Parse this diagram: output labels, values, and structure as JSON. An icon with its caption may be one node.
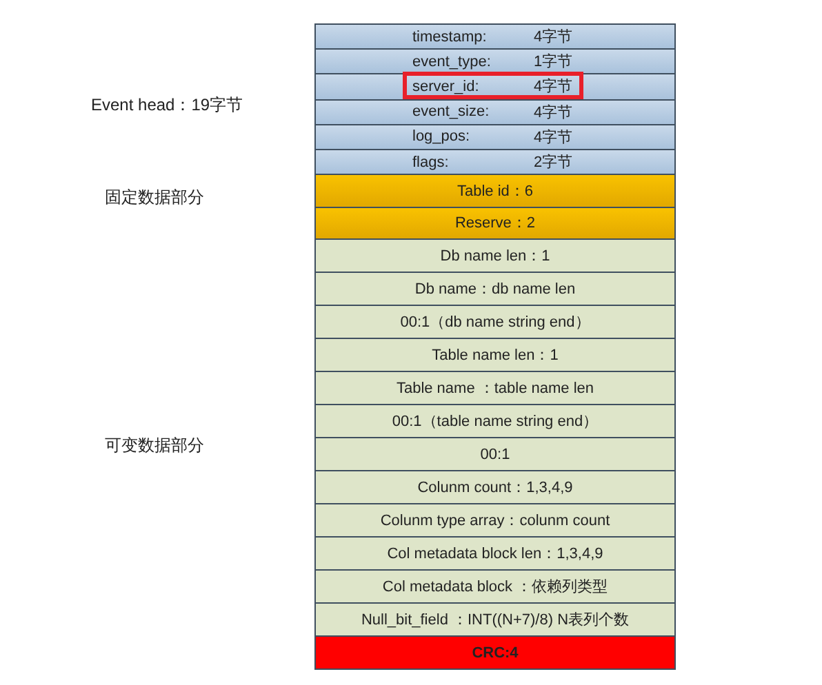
{
  "diagram": {
    "nodes": [
      {
        "text": [
          "timestamp:",
          "4字节"
        ]
      },
      {
        "text": [
          "event_type:",
          "1字节"
        ]
      },
      {
        "text": [
          "server_id:",
          "4字节"
        ]
      },
      {
        "text": [
          "event_size:",
          "4字节"
        ]
      },
      {
        "text": [
          "log_pos:",
          "4字节"
        ]
      },
      {
        "text": [
          "flags:",
          "2字节"
        ]
      },
      {
        "text": [
          "Table id：6"
        ]
      },
      {
        "text": [
          "Reserve：2"
        ]
      },
      {
        "text": [
          "Db name len：1"
        ]
      },
      {
        "text": [
          "Db name：db name len"
        ]
      },
      {
        "text": [
          "00:1（db name string end）"
        ]
      },
      {
        "text": [
          "Table name len：1"
        ]
      },
      {
        "text": [
          "Table name ：table name len"
        ]
      },
      {
        "text": [
          "00:1（table name string end）"
        ]
      },
      {
        "text": [
          "00:1"
        ]
      },
      {
        "text": [
          "Colunm count：1,3,4,9"
        ]
      },
      {
        "text": [
          "Colunm type array：colunm count"
        ]
      },
      {
        "text": [
          "Col metadata block len：1,3,4,9"
        ]
      },
      {
        "text": [
          "Col metadata block ：依赖列类型"
        ]
      },
      {
        "text": [
          "Null_bit_field ：INT((N+7)/8) N表列个数"
        ]
      },
      {
        "text": [
          "CRC:4"
        ]
      }
    ],
    "edges": [],
    "labels": [
      "Event head：19字节",
      "固定数据部分",
      "可变数据部分"
    ]
  }
}
